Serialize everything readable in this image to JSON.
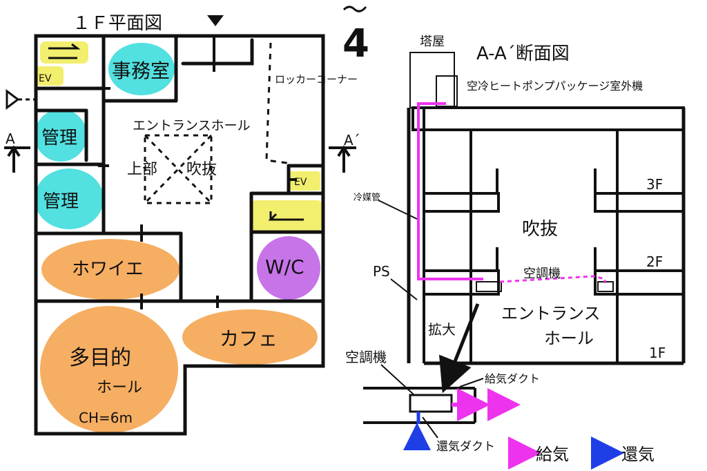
{
  "plan": {
    "title": "１Ｆ平面図",
    "rooms": {
      "elevator_top": "EV",
      "office": "事務室",
      "admin1": "管理",
      "admin2": "管理",
      "locker": "ロッカーコーナー",
      "entrance_hall": "エントランスホール",
      "void_label_1": "上部",
      "void_label_2": "吹抜",
      "elevator_right": "EV",
      "foyer": "ホワイエ",
      "wc": "W/C",
      "multipurpose_1": "多目的",
      "multipurpose_2": "ホール",
      "ceiling_height": "CH=6m",
      "cafe": "カフェ"
    },
    "section_marker_left": "A",
    "section_marker_right": "A´"
  },
  "sheet_number": "4",
  "section": {
    "title": "A-A´断面図",
    "penthouse": "塔屋",
    "outdoor_unit": "空冷ヒートポンプパッケージ室外機",
    "refrigerant_pipe": "冷媒管",
    "void": "吹抜",
    "floor_3": "3F",
    "floor_2": "2F",
    "floor_1": "1F",
    "ps": "PS",
    "ac_unit": "空調機",
    "entrance_hall_1": "エントランス",
    "entrance_hall_2": "ホール",
    "enlarge": "拡大"
  },
  "detail": {
    "ac_unit": "空調機",
    "supply_duct": "給気ダクト",
    "return_duct": "還気ダクト"
  },
  "legend": {
    "supply": "給気",
    "return": "還気"
  },
  "colors": {
    "ink": "#111111",
    "yellow": "#f2ee6e",
    "cyan": "#52e0e0",
    "orange": "#f6ae62",
    "purple": "#c774e8",
    "magenta": "#ee33ee",
    "blue": "#1f3fe6"
  }
}
